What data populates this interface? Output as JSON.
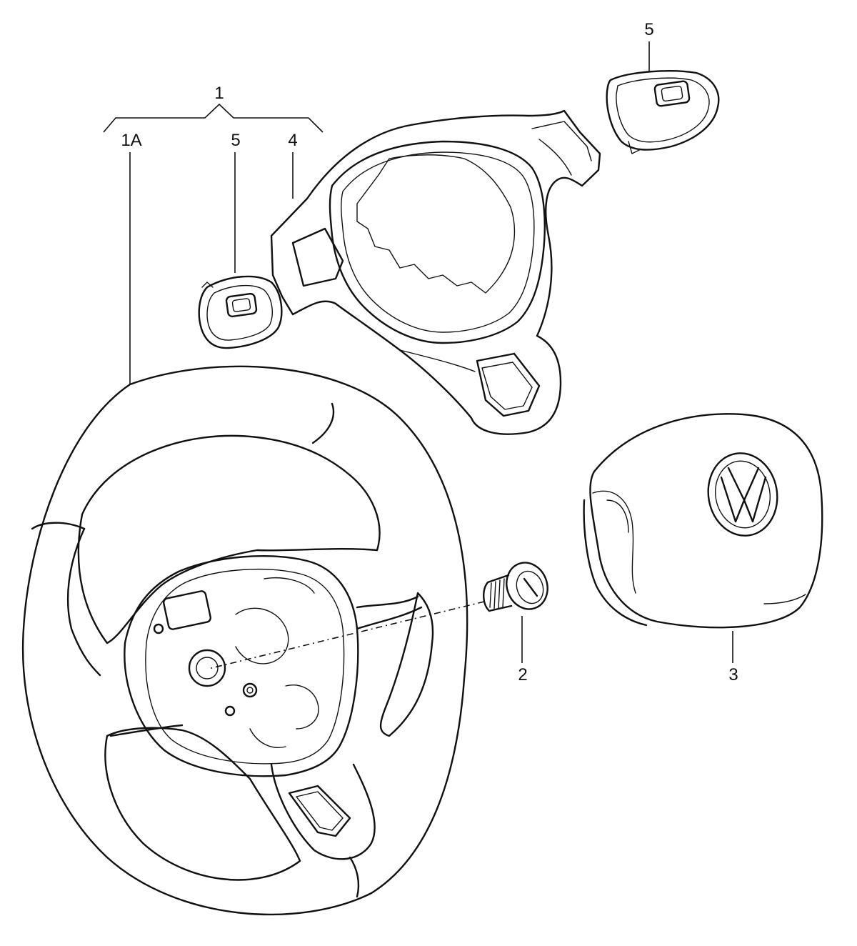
{
  "callouts": {
    "c1": "1",
    "c1a": "1A",
    "c2": "2",
    "c3": "3",
    "c4": "4",
    "c5_left": "5",
    "c5_right": "5"
  },
  "colors": {
    "line": "#111111",
    "background": "#ffffff"
  }
}
